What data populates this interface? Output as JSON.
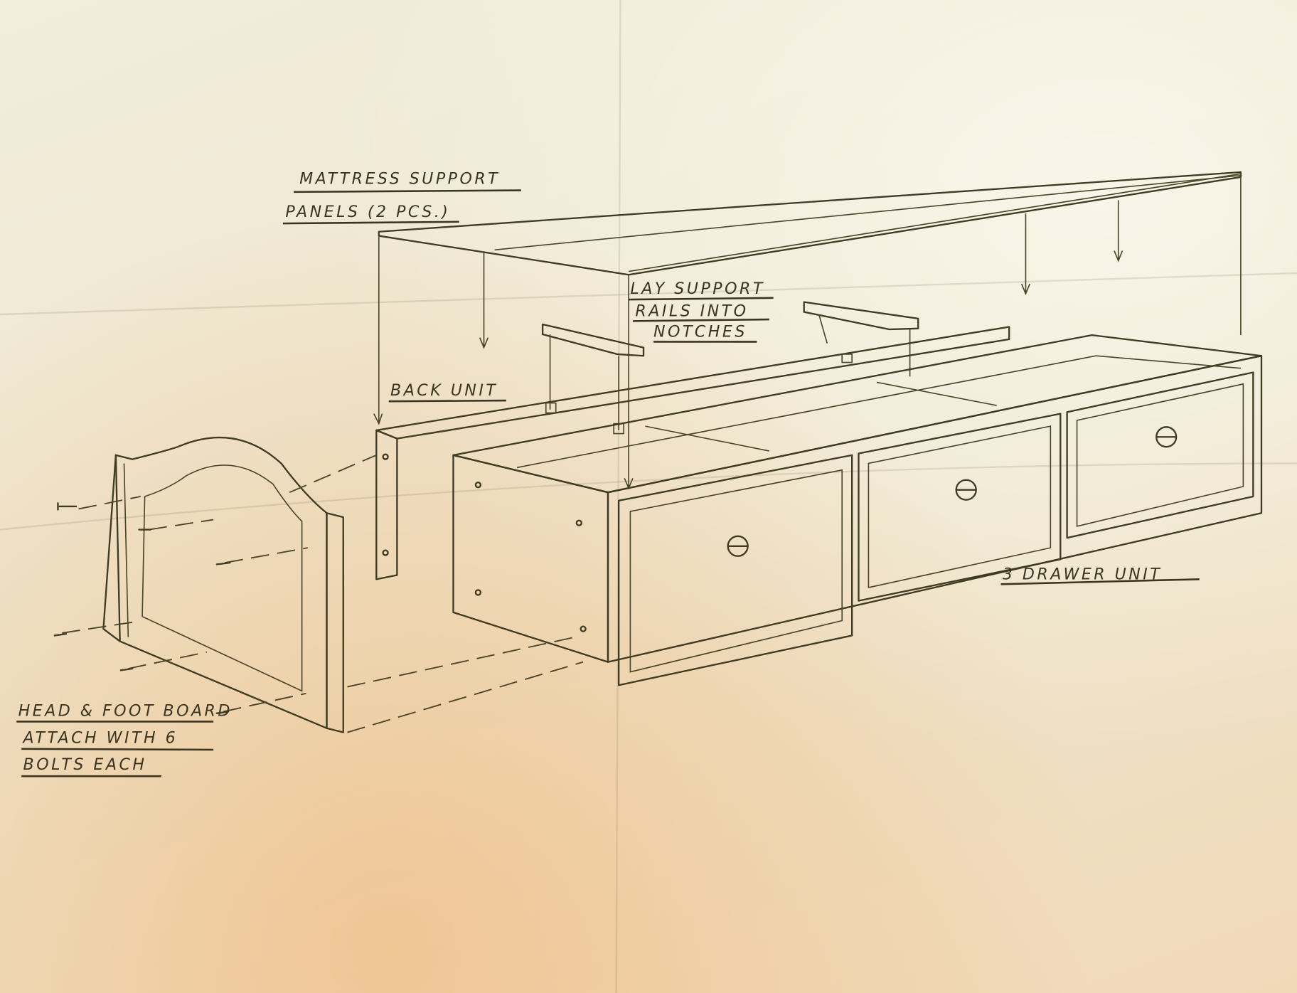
{
  "diagram": {
    "labels": {
      "mattress_line1": "MATTRESS SUPPORT",
      "mattress_line2": "PANELS (2 PCS.)",
      "rails_line1": "LAY SUPPORT",
      "rails_line2": "RAILS INTO",
      "rails_line3": "NOTCHES",
      "back_unit": "BACK UNIT",
      "drawer_unit": "3 DRAWER UNIT",
      "board_line1": "HEAD & FOOT BOARD",
      "board_line2": "ATTACH WITH 6",
      "board_line3": "BOLTS EACH"
    },
    "ink_color": "#3f3a22",
    "paper_color": "#efe8d2"
  }
}
